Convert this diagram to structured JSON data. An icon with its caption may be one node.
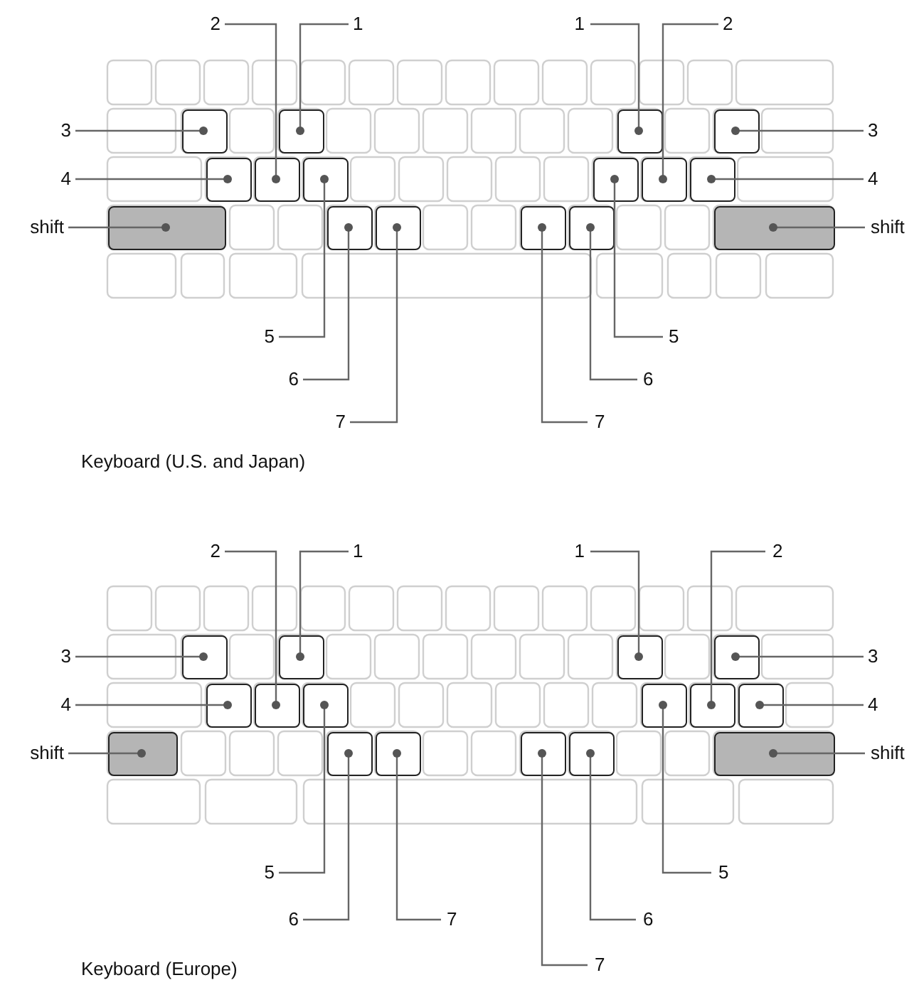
{
  "diagram": {
    "nodes": [
      {
        "text": [
          "2"
        ]
      },
      {
        "text": [
          "1"
        ]
      },
      {
        "text": [
          "1"
        ]
      },
      {
        "text": [
          "2"
        ]
      },
      {
        "text": [
          "3"
        ]
      },
      {
        "text": [
          "3"
        ]
      },
      {
        "text": [
          "4"
        ]
      },
      {
        "text": [
          "4"
        ]
      },
      {
        "text": [
          "shift"
        ]
      },
      {
        "text": [
          "shift"
        ]
      },
      {
        "text": [
          "5"
        ]
      },
      {
        "text": [
          "5"
        ]
      },
      {
        "text": [
          "6"
        ]
      },
      {
        "text": [
          "6"
        ]
      },
      {
        "text": [
          "7"
        ]
      },
      {
        "text": [
          "7"
        ]
      },
      {
        "text": [],
        "shape": "box"
      },
      {
        "text": [],
        "shape": "box"
      },
      {
        "text": [],
        "shape": "box"
      },
      {
        "text": [],
        "shape": "box"
      },
      {
        "text": [],
        "shape": "box"
      },
      {
        "text": [],
        "shape": "box"
      },
      {
        "text": [],
        "shape": "box"
      },
      {
        "text": [],
        "shape": "box"
      },
      {
        "text": [],
        "shape": "box"
      },
      {
        "text": [],
        "shape": "box"
      },
      {
        "text": [],
        "shape": "box"
      },
      {
        "text": [],
        "shape": "box"
      },
      {
        "text": [],
        "shape": "box"
      },
      {
        "text": [],
        "shape": "box"
      },
      {
        "text": [],
        "shape": "box"
      },
      {
        "text": [],
        "shape": "box"
      },
      {
        "text": [
          "2"
        ]
      },
      {
        "text": [
          "1"
        ]
      },
      {
        "text": [
          "1"
        ]
      },
      {
        "text": [
          "2"
        ]
      },
      {
        "text": [
          "3"
        ]
      },
      {
        "text": [
          "3"
        ]
      },
      {
        "text": [
          "4"
        ]
      },
      {
        "text": [
          "4"
        ]
      },
      {
        "text": [
          "shift"
        ]
      },
      {
        "text": [
          "shift"
        ]
      },
      {
        "text": [
          "5"
        ]
      },
      {
        "text": [
          "5"
        ]
      },
      {
        "text": [
          "6"
        ]
      },
      {
        "text": [
          "6"
        ]
      },
      {
        "text": [
          "7"
        ]
      },
      {
        "text": [
          "7"
        ]
      },
      {
        "text": [],
        "shape": "box"
      },
      {
        "text": [],
        "shape": "box"
      },
      {
        "text": [],
        "shape": "box"
      },
      {
        "text": [],
        "shape": "box"
      },
      {
        "text": [],
        "shape": "box"
      },
      {
        "text": [],
        "shape": "box"
      },
      {
        "text": [],
        "shape": "box"
      },
      {
        "text": [],
        "shape": "box"
      },
      {
        "text": [],
        "shape": "box"
      },
      {
        "text": [],
        "shape": "box"
      },
      {
        "text": [],
        "shape": "box"
      },
      {
        "text": [],
        "shape": "box"
      },
      {
        "text": [],
        "shape": "box"
      },
      {
        "text": [],
        "shape": "box"
      },
      {
        "text": [],
        "shape": "box"
      },
      {
        "text": [],
        "shape": "box"
      }
    ],
    "edges": [
      {
        "from": 0,
        "to": 16,
        "arrow": "other"
      },
      {
        "from": 1,
        "to": 17,
        "arrow": "other"
      },
      {
        "from": 2,
        "to": 18,
        "arrow": "other"
      },
      {
        "from": 3,
        "to": 19,
        "arrow": "other"
      },
      {
        "from": 4,
        "to": 20,
        "arrow": "other"
      },
      {
        "from": 5,
        "to": 21,
        "arrow": "other"
      },
      {
        "from": 6,
        "to": 22,
        "arrow": "other"
      },
      {
        "from": 7,
        "to": 23,
        "arrow": "other"
      },
      {
        "from": 8,
        "to": 24,
        "arrow": "other"
      },
      {
        "from": 9,
        "to": 25,
        "arrow": "other"
      },
      {
        "from": 10,
        "to": 26,
        "arrow": "other"
      },
      {
        "from": 11,
        "to": 27,
        "arrow": "other"
      },
      {
        "from": 12,
        "to": 28,
        "arrow": "other"
      },
      {
        "from": 13,
        "to": 29,
        "arrow": "other"
      },
      {
        "from": 14,
        "to": 30,
        "arrow": "other"
      },
      {
        "from": 15,
        "to": 31,
        "arrow": "other"
      },
      {
        "from": 32,
        "to": 48,
        "arrow": "other"
      },
      {
        "from": 33,
        "to": 49,
        "arrow": "other"
      },
      {
        "from": 34,
        "to": 50,
        "arrow": "other"
      },
      {
        "from": 35,
        "to": 51,
        "arrow": "other"
      },
      {
        "from": 36,
        "to": 52,
        "arrow": "other"
      },
      {
        "from": 37,
        "to": 53,
        "arrow": "other"
      },
      {
        "from": 38,
        "to": 54,
        "arrow": "other"
      },
      {
        "from": 39,
        "to": 55,
        "arrow": "other"
      },
      {
        "from": 40,
        "to": 56,
        "arrow": "other"
      },
      {
        "from": 41,
        "to": 57,
        "arrow": "other"
      },
      {
        "from": 42,
        "to": 58,
        "arrow": "other"
      },
      {
        "from": 43,
        "to": 59,
        "arrow": "other"
      },
      {
        "from": 44,
        "to": 60,
        "arrow": "other"
      },
      {
        "from": 45,
        "to": 61,
        "arrow": "other"
      },
      {
        "from": 46,
        "to": 62,
        "arrow": "other"
      },
      {
        "from": 47,
        "to": 63,
        "arrow": "other"
      }
    ],
    "labels": [
      "Keyboard (U.S. and Japan)",
      "Keyboard (Europe)"
    ]
  }
}
